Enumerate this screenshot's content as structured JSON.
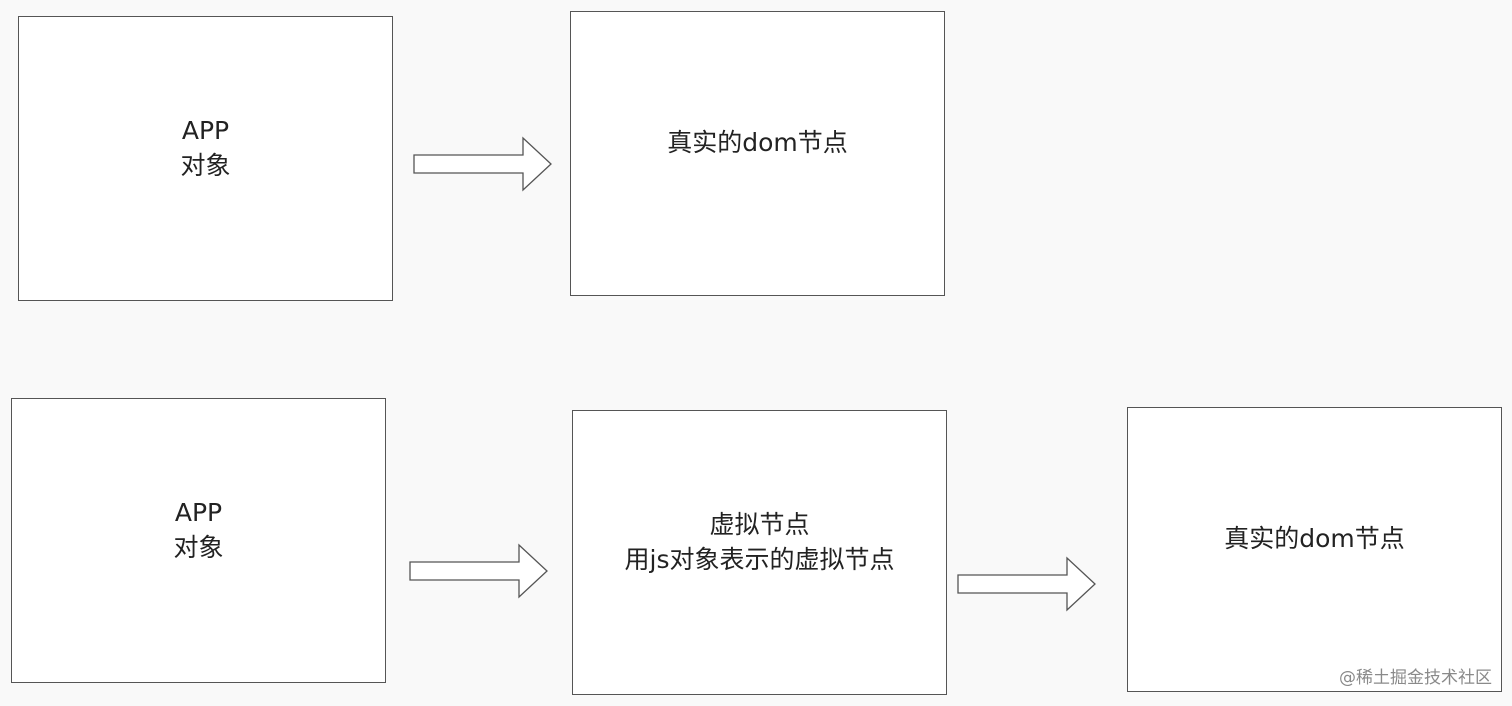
{
  "top_row": {
    "app_box": {
      "line1": "APP",
      "line2": "对象"
    },
    "real_dom_box": {
      "label": "真实的dom节点"
    }
  },
  "bottom_row": {
    "app_box": {
      "line1": "APP",
      "line2": "对象"
    },
    "virtual_node_box": {
      "line1": "虚拟节点",
      "line2": "用js对象表示的虚拟节点"
    },
    "real_dom_box": {
      "label": "真实的dom节点"
    }
  },
  "watermark": "@稀土掘金技术社区",
  "colors": {
    "background": "#f9f9f9",
    "box_fill": "#ffffff",
    "border": "#555555",
    "text": "#222222",
    "watermark": "#8a8a8a"
  }
}
